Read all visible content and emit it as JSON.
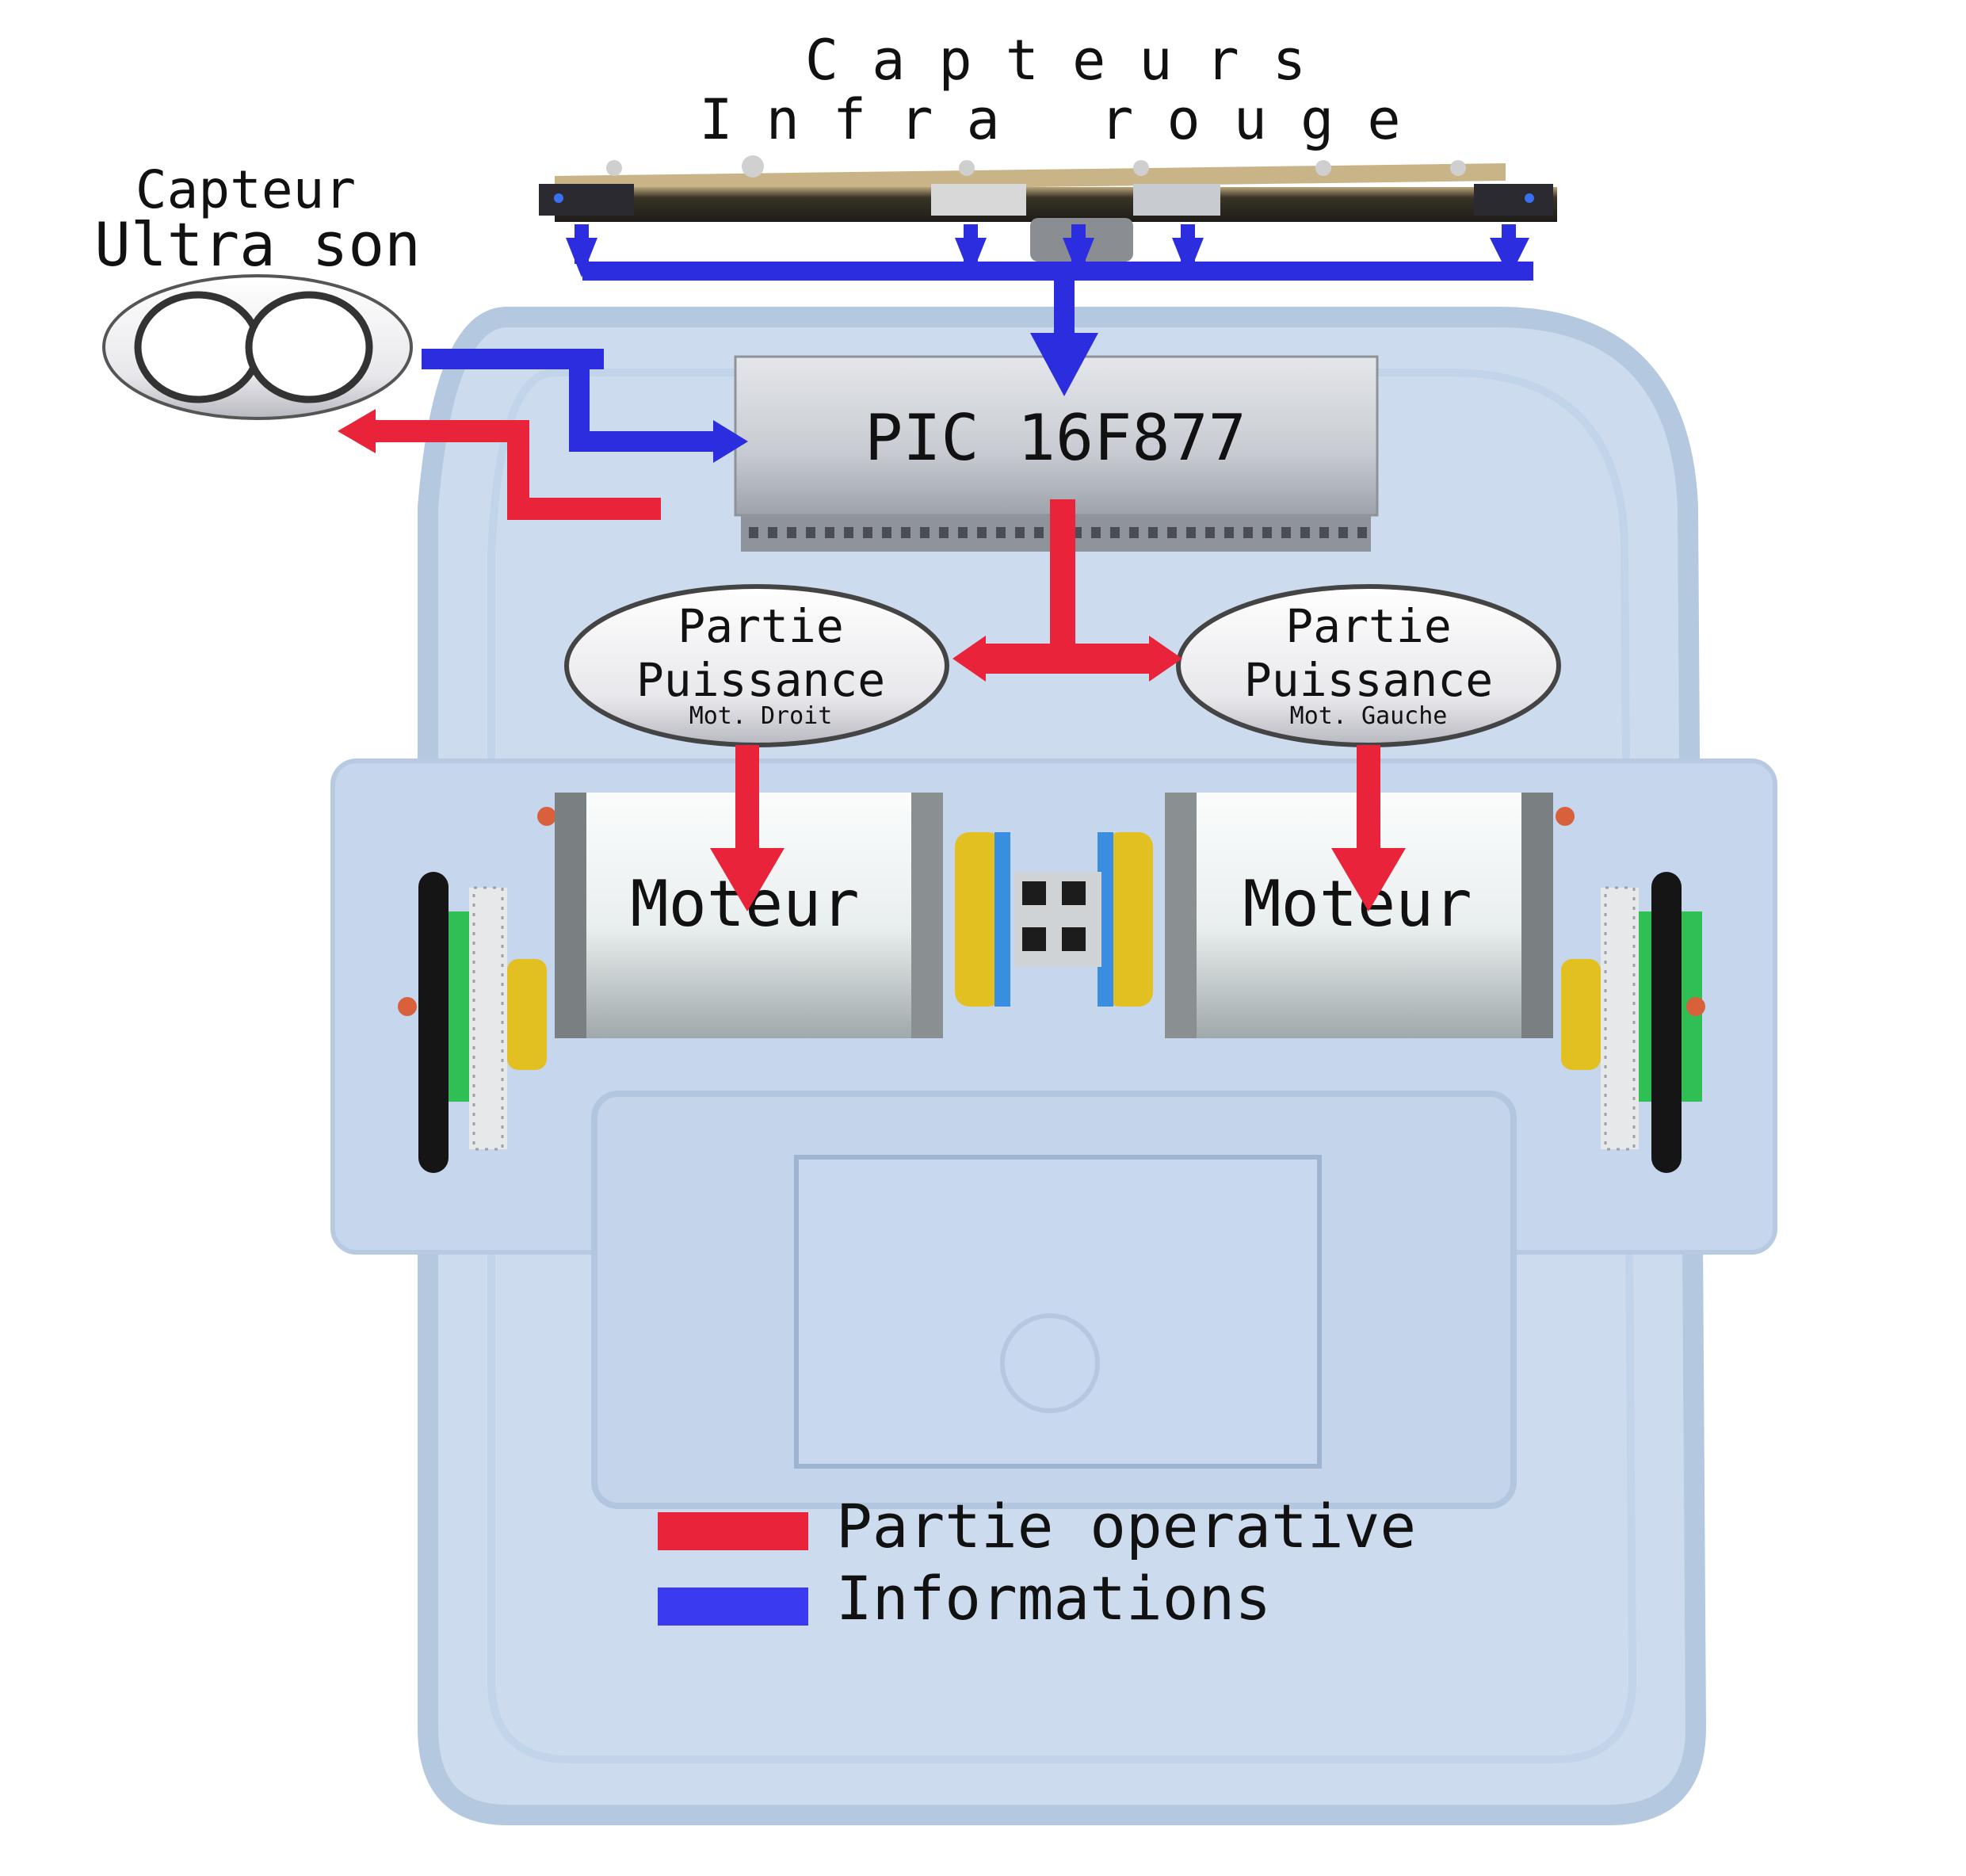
{
  "labels": {
    "ir_title_line1": "C a p t e u r s",
    "ir_title_line2": "I n f r a   r o u g e",
    "us_title_line1": "Capteur",
    "us_title_line2": "Ultra son",
    "pic": "PIC 16F877",
    "power_left": {
      "line1": "Partie",
      "line2": "Puissance",
      "sub": "Mot. Droit"
    },
    "power_right": {
      "line1": "Partie",
      "line2": "Puissance",
      "sub": "Mot. Gauche"
    },
    "motor_left": "Moteur",
    "motor_right": "Moteur"
  },
  "legend": {
    "items": [
      {
        "label": "Partie operative",
        "color": "#e8233a"
      },
      {
        "label": "Informations",
        "color": "#3a3af0"
      }
    ]
  },
  "colors": {
    "red_arrow": "#e8233a",
    "blue_arrow": "#2d2de0",
    "chassis": "#ccdcee",
    "chassis_edge": "#b4c8e0",
    "motor_body": "#e8eced",
    "pcb": "#6b5a3c",
    "wheel_green": "#2fbf55",
    "gear_yellow": "#e2c021"
  },
  "icons": {
    "ultrasonic_sensor": "ultrasonic-sensor-icon",
    "ir_sensor_board": "ir-sensor-board-icon",
    "pic_chip": "pic-chip-icon",
    "motor": "motor-icon",
    "wheel": "wheel-icon"
  }
}
